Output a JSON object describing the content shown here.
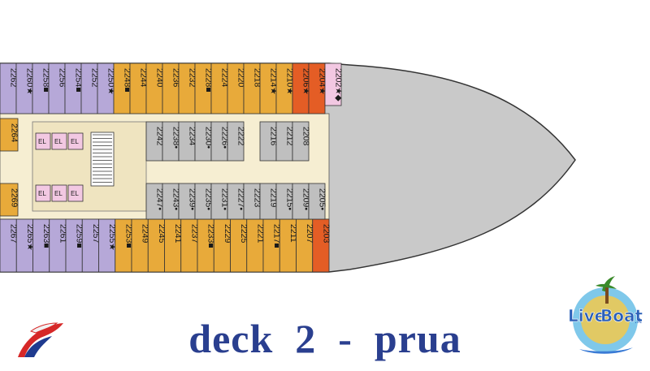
{
  "title": "deck  2  -  prua",
  "logo": {
    "text_live": "Live",
    "text_boat": "Boat",
    "suffix": ".it"
  },
  "colors": {
    "purple": "#b6a8d8",
    "pink": "#f2c8e2",
    "orange": "#e8aa3a",
    "red": "#e45d25",
    "gray": "#bfbfbf",
    "corridor": "#f6eed2",
    "hull": "#c9c9c9",
    "title": "#2a3f8f"
  },
  "cabins": {
    "top_row": [
      {
        "label": "2262",
        "color": "purple"
      },
      {
        "label": "2260★",
        "color": "purple"
      },
      {
        "label": "2258■",
        "color": "purple"
      },
      {
        "label": "2256",
        "color": "purple"
      },
      {
        "label": "2254■",
        "color": "purple"
      },
      {
        "label": "2252",
        "color": "purple"
      },
      {
        "label": "2250★",
        "color": "purple"
      },
      {
        "label": "2248■",
        "color": "orange"
      },
      {
        "label": "2244",
        "color": "orange"
      },
      {
        "label": "2240",
        "color": "orange"
      },
      {
        "label": "2236",
        "color": "orange"
      },
      {
        "label": "2232",
        "color": "orange"
      },
      {
        "label": "2228■",
        "color": "orange"
      },
      {
        "label": "2224",
        "color": "orange"
      },
      {
        "label": "2220",
        "color": "orange"
      },
      {
        "label": "2218",
        "color": "orange"
      },
      {
        "label": "2214★",
        "color": "orange"
      },
      {
        "label": "2210★",
        "color": "orange"
      },
      {
        "label": "2206★",
        "color": "red"
      },
      {
        "label": "2204★",
        "color": "red"
      },
      {
        "label": "2202★◆",
        "color": "pink"
      }
    ],
    "bottom_row": [
      {
        "label": "2267",
        "color": "purple"
      },
      {
        "label": "2265★",
        "color": "purple"
      },
      {
        "label": "2263■",
        "color": "purple"
      },
      {
        "label": "2261",
        "color": "purple"
      },
      {
        "label": "2259■",
        "color": "purple"
      },
      {
        "label": "2257",
        "color": "purple"
      },
      {
        "label": "2255★",
        "color": "purple"
      },
      {
        "label": "2253■",
        "color": "orange"
      },
      {
        "label": "2249",
        "color": "orange"
      },
      {
        "label": "2245",
        "color": "orange"
      },
      {
        "label": "2241",
        "color": "orange"
      },
      {
        "label": "2237",
        "color": "orange"
      },
      {
        "label": "2233■",
        "color": "orange"
      },
      {
        "label": "2229",
        "color": "orange"
      },
      {
        "label": "2225",
        "color": "orange"
      },
      {
        "label": "2221",
        "color": "orange"
      },
      {
        "label": "2217■",
        "color": "orange"
      },
      {
        "label": "2211",
        "color": "orange"
      },
      {
        "label": "2207",
        "color": "orange"
      },
      {
        "label": "2203",
        "color": "red"
      }
    ],
    "inner_top": [
      {
        "label": "2242",
        "color": "gray"
      },
      {
        "label": "2238•",
        "color": "gray"
      },
      {
        "label": "2234",
        "color": "gray"
      },
      {
        "label": "2230•",
        "color": "gray"
      },
      {
        "label": "2226•",
        "color": "gray"
      },
      {
        "label": "2222",
        "color": "gray"
      },
      {
        "label": "2216",
        "color": "gray"
      },
      {
        "label": "2212",
        "color": "gray"
      },
      {
        "label": "2208",
        "color": "gray"
      }
    ],
    "inner_bottom": [
      {
        "label": "2247•",
        "color": "gray"
      },
      {
        "label": "2243•",
        "color": "gray"
      },
      {
        "label": "2239•",
        "color": "gray"
      },
      {
        "label": "2235•",
        "color": "gray"
      },
      {
        "label": "2231•",
        "color": "gray"
      },
      {
        "label": "2227•",
        "color": "gray"
      },
      {
        "label": "2223",
        "color": "gray"
      },
      {
        "label": "2219",
        "color": "gray"
      },
      {
        "label": "2215•",
        "color": "gray"
      },
      {
        "label": "2209•",
        "color": "gray"
      },
      {
        "label": "2205•",
        "color": "gray"
      }
    ],
    "side": [
      {
        "label": "2264",
        "color": "orange"
      },
      {
        "label": "2269",
        "color": "orange"
      }
    ]
  },
  "elevators": [
    "EL",
    "EL",
    "EL",
    "EL",
    "EL",
    "EL"
  ]
}
